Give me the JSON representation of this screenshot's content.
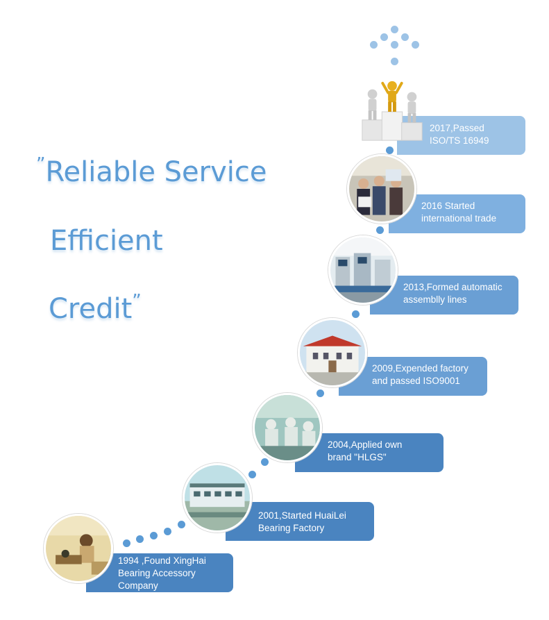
{
  "slogan": {
    "open_quote": "”",
    "close_quote": "”",
    "line1": "Reliable Service",
    "line2": "Efficient",
    "line3": "Credit"
  },
  "colors": {
    "accent": "#5b9bd5",
    "light_accent": "#9dc3e6",
    "box_dark": "#4a84c0",
    "box_mid": "#6a9fd4",
    "box_light": "#9dc3e6"
  },
  "milestones": [
    {
      "line1": "1994 ,Found XingHai",
      "line2": "Bearing Accessory",
      "line3": "Company",
      "photo": "workshop-photo"
    },
    {
      "line1": "2001,Started HuaiLei",
      "line2": "Bearing Factory",
      "photo": "factory-building-photo"
    },
    {
      "line1": "2004,Applied own",
      "line2": "brand \"HLGS\"",
      "photo": "workers-photo"
    },
    {
      "line1": "2009,Expended factory",
      "line2": "and passed ISO9001",
      "photo": "factory-gate-photo"
    },
    {
      "line1": "2013,Formed automatic",
      "line2": "assemblly lines",
      "photo": "assembly-line-photo"
    },
    {
      "line1": "2016 Started",
      "line2": "international trade",
      "photo": "trade-show-photo"
    },
    {
      "line1": "2017,Passed",
      "line2": "ISO/TS 16949",
      "photo": "podium-winner-icon"
    }
  ]
}
